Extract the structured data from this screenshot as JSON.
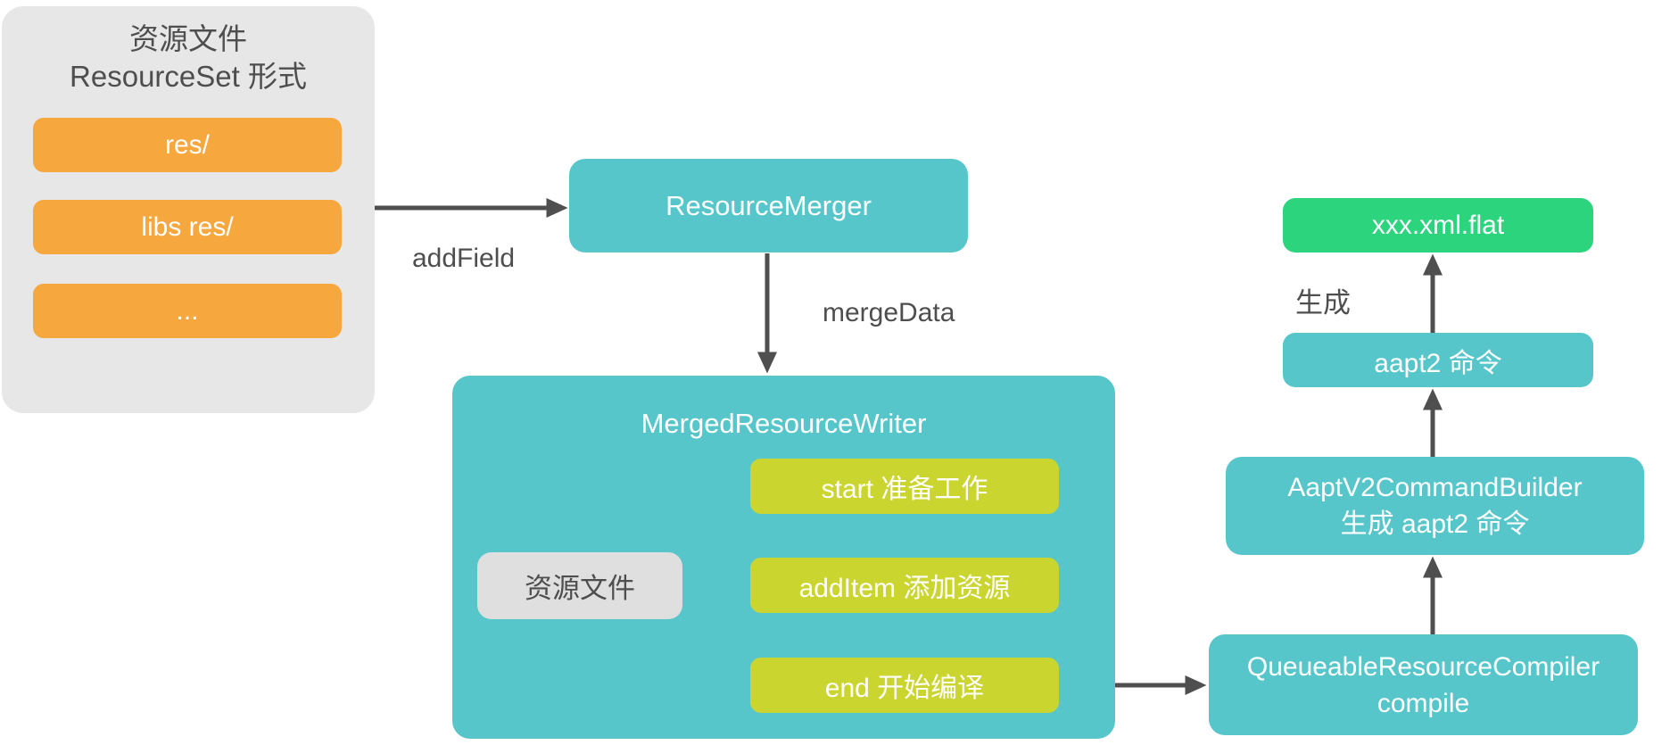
{
  "colors": {
    "orange": "#F6A73D",
    "teal": "#57C6CB",
    "yellow": "#CBD52F",
    "green": "#2DD47E",
    "panel_gray": "#E7E7E7",
    "chip_gray": "#DFDFDF",
    "ink": "#4E4E4E",
    "arrow": "#4F4F4F"
  },
  "panel": {
    "title_line1": "资源文件",
    "title_line2": "ResourceSet 形式",
    "items": [
      "res/",
      "libs res/",
      "..."
    ]
  },
  "edges": {
    "add_field": "addField",
    "merge_data": "mergeData",
    "generate": "生成"
  },
  "nodes": {
    "resource_merger": "ResourceMerger",
    "merged_resource_writer": "MergedResourceWriter",
    "start_step": "start 准备工作",
    "add_item_step": "addItem 添加资源",
    "end_step": "end 开始编译",
    "resource_file_chip": "资源文件",
    "queueable_compiler_line1": "QueueableResourceCompiler",
    "queueable_compiler_line2": "compile",
    "aapt_builder_line1": "AaptV2CommandBuilder",
    "aapt_builder_line2": "生成 aapt2 命令",
    "aapt2_command": "aapt2 命令",
    "flat_output": "xxx.xml.flat"
  }
}
